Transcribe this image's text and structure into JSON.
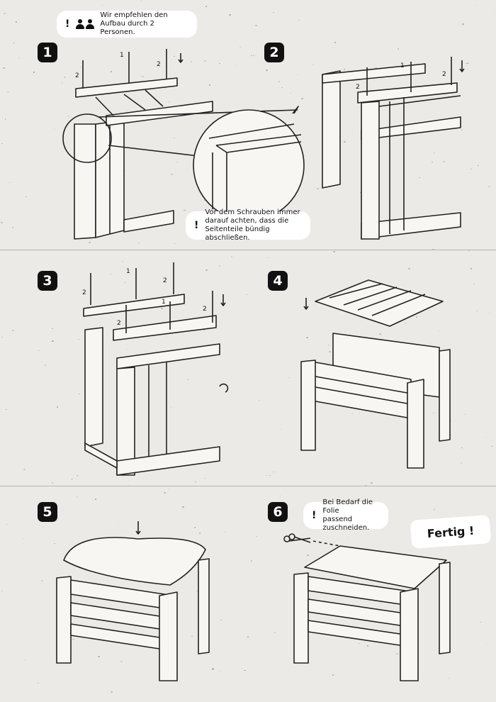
{
  "notes": {
    "team": "Wir empfehlen den Aufbau durch 2 Personen.",
    "team_line1": "Wir empfehlen den",
    "team_line2": "Aufbau durch 2 Personen.",
    "flush_line1": "Vor dem Schrauben immer",
    "flush_line2": "darauf achten, dass die",
    "flush_line3": "Seitenteile bündig abschließen.",
    "foil_line1": "Bei Bedarf die Folie",
    "foil_line2": "passend zuschneiden.",
    "exclamation": "!"
  },
  "steps": [
    "1",
    "2",
    "3",
    "4",
    "5",
    "6"
  ],
  "screw_labels": {
    "one": "1",
    "two": "2"
  },
  "done_label": "Fertig !",
  "icons": [
    "exclamation-icon",
    "two-persons-icon",
    "screw-icon",
    "arrow-down-icon",
    "rotate-icon",
    "scissors-icon",
    "magnifier-callout"
  ]
}
